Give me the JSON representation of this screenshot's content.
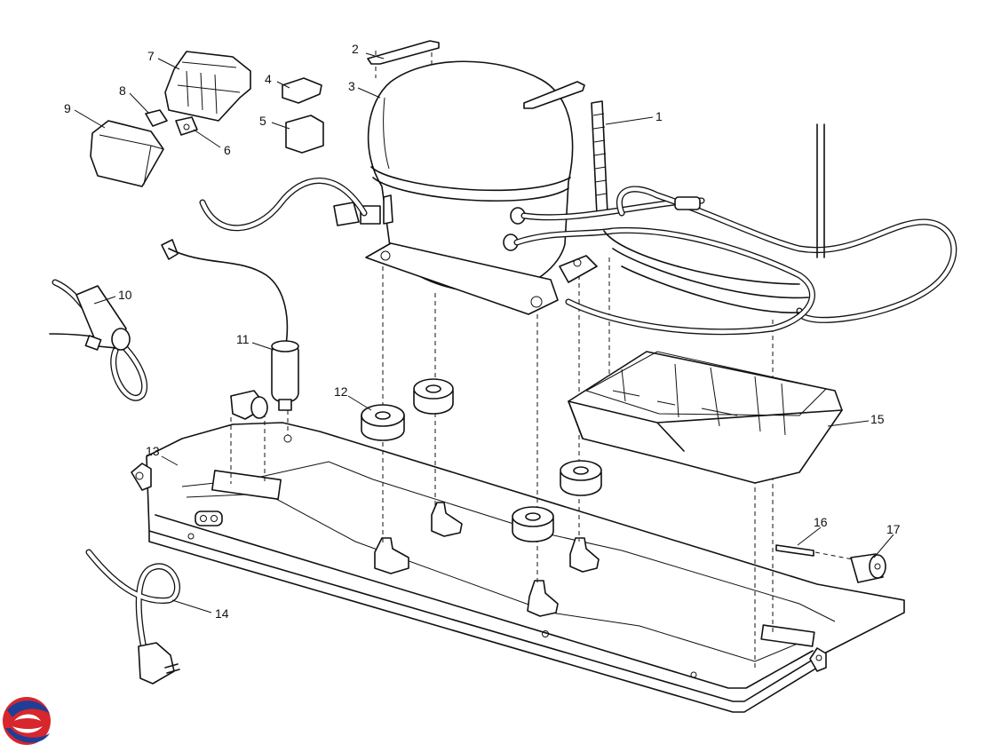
{
  "callouts": [
    {
      "id": "callout-1",
      "text": "1"
    },
    {
      "id": "callout-2",
      "text": "2"
    },
    {
      "id": "callout-3",
      "text": "3"
    },
    {
      "id": "callout-4",
      "text": "4"
    },
    {
      "id": "callout-5",
      "text": "5"
    },
    {
      "id": "callout-6",
      "text": "6"
    },
    {
      "id": "callout-7",
      "text": "7"
    },
    {
      "id": "callout-8",
      "text": "8"
    },
    {
      "id": "callout-9",
      "text": "9"
    },
    {
      "id": "callout-10",
      "text": "10"
    },
    {
      "id": "callout-11",
      "text": "11"
    },
    {
      "id": "callout-12",
      "text": "12"
    },
    {
      "id": "callout-13",
      "text": "13"
    },
    {
      "id": "callout-14",
      "text": "14"
    },
    {
      "id": "callout-15",
      "text": "15"
    },
    {
      "id": "callout-16",
      "text": "16"
    },
    {
      "id": "callout-17",
      "text": "17"
    }
  ],
  "logo": {
    "name": "brand-logo",
    "colors": [
      "#d7262c",
      "#1f3e97"
    ]
  }
}
